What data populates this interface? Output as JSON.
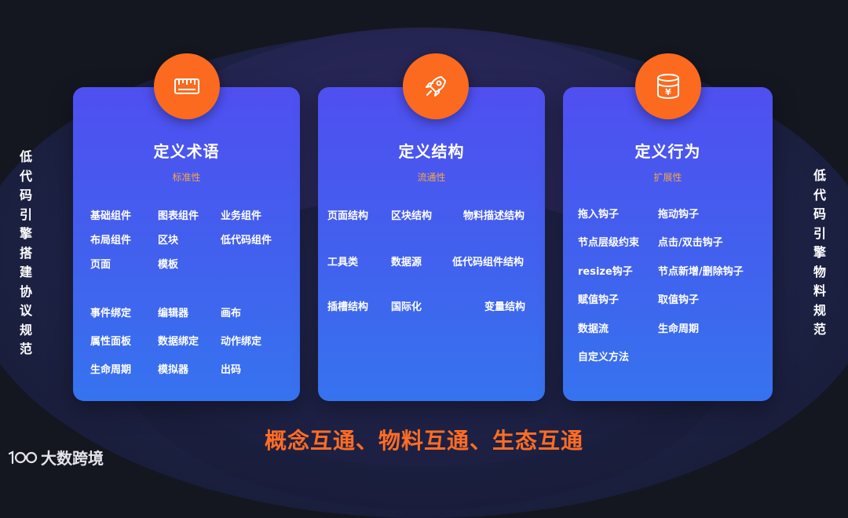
{
  "side_text": {
    "left": "低代码引擎搭建协议规范",
    "right": "低代码引擎物料规范"
  },
  "cards": [
    {
      "title": "定义术语",
      "subtitle": "标准性",
      "icon": "ruler-icon",
      "items": [
        "基础组件",
        "图表组件",
        "业务组件",
        "布局组件",
        "区块",
        "低代码组件",
        "页面",
        "模板",
        "事件绑定",
        "编辑器",
        "画布",
        "属性面板",
        "数据绑定",
        "动作绑定",
        "生命周期",
        "模拟器",
        "出码"
      ]
    },
    {
      "title": "定义结构",
      "subtitle": "流通性",
      "icon": "rocket-icon",
      "items": [
        "页面结构",
        "区块结构",
        "物料描述结构",
        "工具类",
        "数据源",
        "低代码组件结构",
        "插槽结构",
        "国际化",
        "变量结构"
      ]
    },
    {
      "title": "定义行为",
      "subtitle": "扩展性",
      "icon": "coin-stack-icon",
      "items": [
        "拖入钩子",
        "拖动钩子",
        "节点层级约束",
        "点击/双击钩子",
        "resize钩子",
        "节点新增/删除钩子",
        "赋值钩子",
        "取值钩子",
        "数据流",
        "生命周期",
        "自定义方法"
      ]
    }
  ],
  "slogan": "概念互通、物料互通、生态互通",
  "logo": {
    "text": "大数跨境",
    "mark": "100"
  },
  "colors": {
    "accent": "#fb6a1e",
    "card_top": "#4f4ff0",
    "card_bottom": "#3673ef",
    "subtitle": "#f6a54e"
  }
}
